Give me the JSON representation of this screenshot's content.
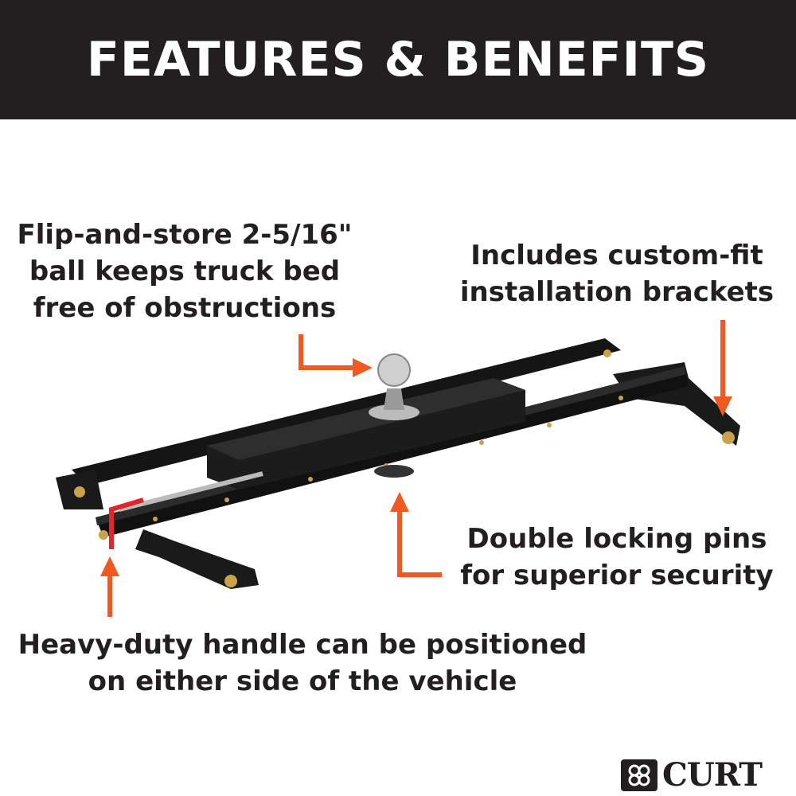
{
  "header": {
    "title": "FEATURES & BENEFITS"
  },
  "callouts": {
    "ball": [
      "Flip-and-store 2-5/16\"",
      "ball keeps truck bed",
      "free of obstructions"
    ],
    "brackets": [
      "Includes custom-fit",
      "installation brackets"
    ],
    "pins": [
      "Double locking pins",
      "for superior security"
    ],
    "handle": [
      "Heavy-duty handle can be positioned",
      "on either side of the vehicle"
    ]
  },
  "brand": {
    "name": "CURT"
  },
  "colors": {
    "header_bg": "#231f20",
    "arrow": "#f05a22",
    "text": "#231f20"
  }
}
